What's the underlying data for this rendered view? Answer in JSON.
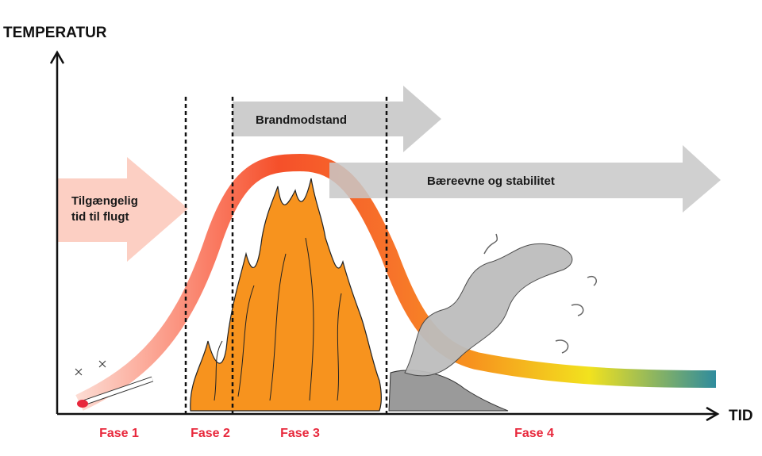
{
  "axes": {
    "y_label": "TEMPERATUR",
    "x_label": "TID"
  },
  "arrows": {
    "escape_time": {
      "line1": "Tilgængelig",
      "line2": "tid til flugt",
      "color": "#fccfc3"
    },
    "fire_resistance": {
      "label": "Brandmodstand",
      "color": "#c8c8c8"
    },
    "load_bearing": {
      "label": "Bæreevne og stabilitet",
      "color": "#c8c8c8"
    }
  },
  "phases": [
    "Fase 1",
    "Fase 2",
    "Fase 3",
    "Fase 4"
  ],
  "colors": {
    "phase_text": "#e8283c",
    "fire": "#f7931e",
    "curve_start": "#fcc0b4",
    "curve_peak": "#f55a2c",
    "curve_end": "#2b8aa0"
  }
}
